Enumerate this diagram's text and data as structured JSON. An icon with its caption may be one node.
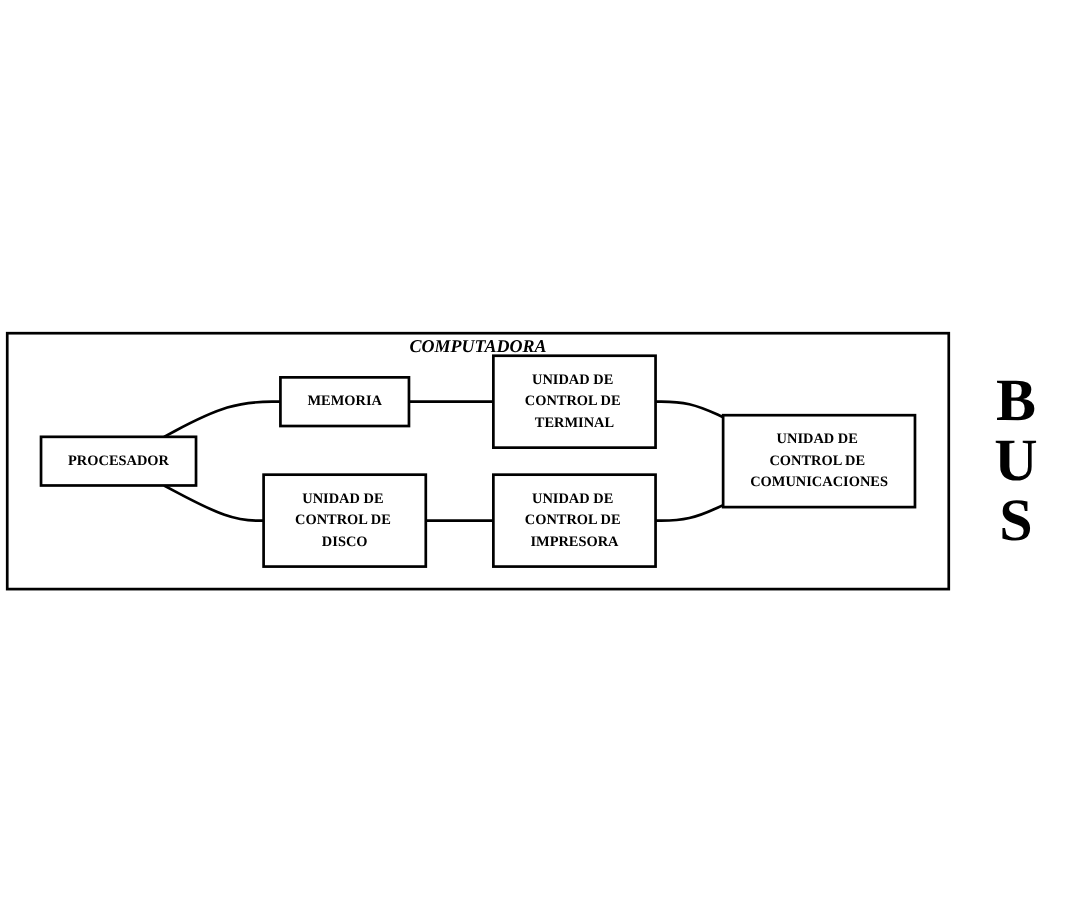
{
  "diagram": {
    "nodes": [
      {
        "text": [
          "COMPUTADORA"
        ]
      },
      {
        "text": [
          "PROCESADOR"
        ],
        "in": 0
      },
      {
        "text": [
          "MEMORIA"
        ],
        "in": 0
      },
      {
        "text": [
          "UNIDAD DE CONTROL DE DISCO"
        ],
        "in": 0
      },
      {
        "text": [
          "UNIDAD DE CONTROL DE TERMINAL"
        ],
        "in": 0
      },
      {
        "text": [
          "UNIDAD DE CONTROL DE IMPRESORA"
        ],
        "in": 0
      },
      {
        "text": [
          "UNIDAD DE CONTROL DE COMUNICACIONES"
        ],
        "in": 0
      }
    ],
    "edges": [
      {
        "from": 1,
        "to": 2,
        "arrow": "none"
      },
      {
        "from": 1,
        "to": 3,
        "arrow": "none"
      },
      {
        "from": 2,
        "to": 4,
        "arrow": "none"
      },
      {
        "from": 3,
        "to": 5,
        "arrow": "none"
      },
      {
        "from": 4,
        "to": 6,
        "arrow": "none"
      },
      {
        "from": 5,
        "to": 6,
        "arrow": "none"
      }
    ],
    "labels": [
      "BUS"
    ]
  }
}
